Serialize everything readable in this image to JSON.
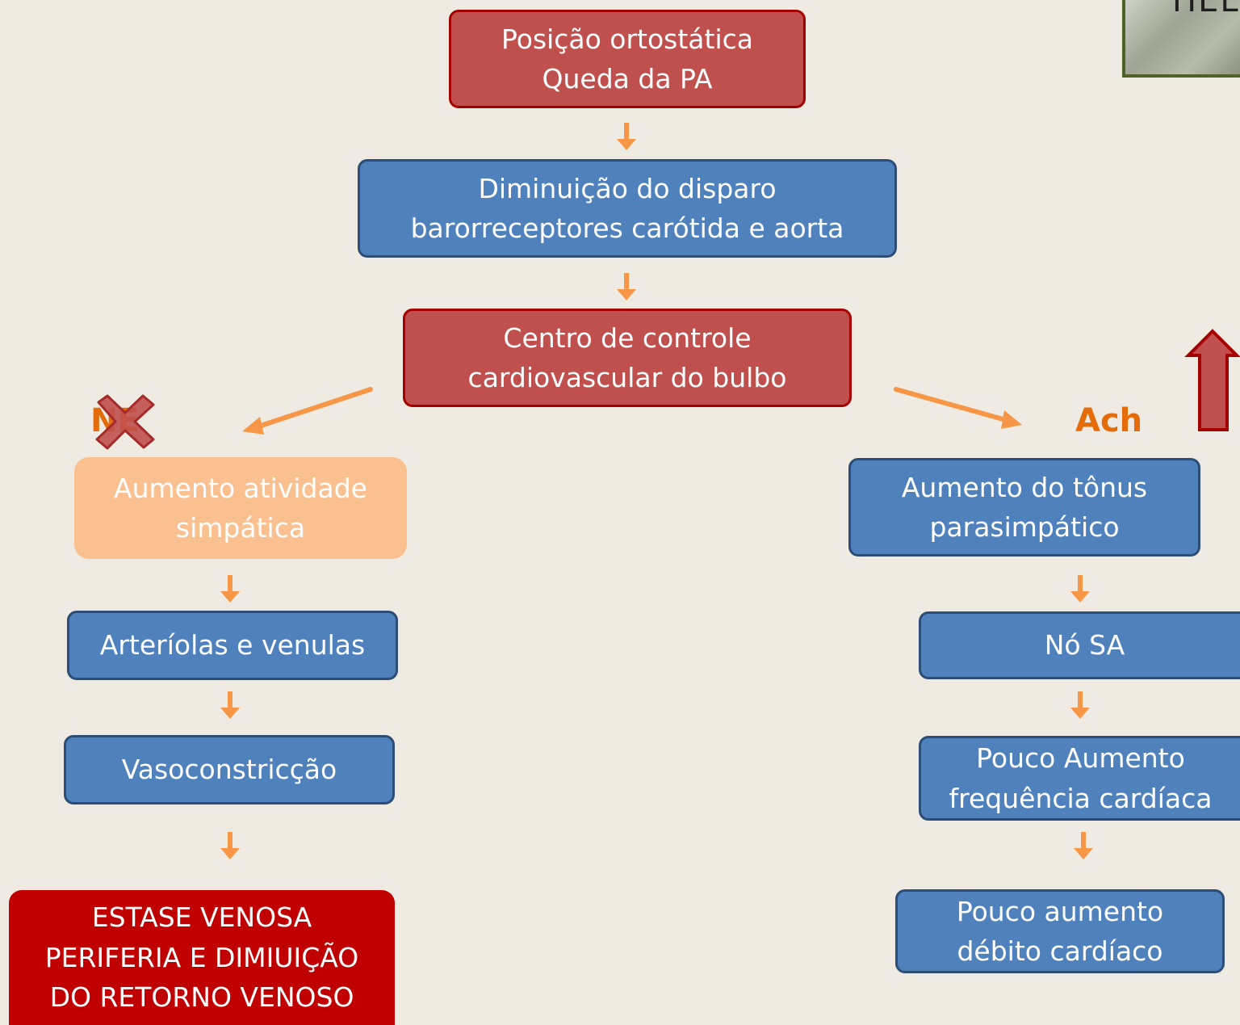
{
  "nodes": {
    "orthostatic": "Posição ortostática\nQueda da PA",
    "baroreceptors": "Diminuição do disparo\nbarorreceptores carótida e aorta",
    "control_center": "Centro de controle\ncardiovascular do bulbo",
    "sympathetic": "Aumento atividade\nsimpática",
    "arterioles": "Arteríolas e venulas",
    "vasoconstriction": "Vasoconstricção",
    "venous_stasis": "ESTASE VENOSA\nPERIFERIA E DIMIUIÇÃO\nDO RETORNO VENOSO",
    "parasympathetic": "Aumento do tônus\nparasimpático",
    "sa_node": "Nó SA",
    "heart_rate": "Pouco Aumento\nfrequência cardíaca",
    "cardiac_output": "Pouco aumento\ndébito cardíaco"
  },
  "labels": {
    "ach": "Ach",
    "sympathetic_transmitter": "NE",
    "logo_text": "HEL"
  },
  "colors": {
    "blue_box": "#4f81bd",
    "red_box": "#c0504d",
    "peach_box": "#fac090",
    "dark_red_box": "#c00000",
    "arrow": "#f79646",
    "label_orange": "#e46c0a",
    "cross": "#c0504d",
    "up_arrow": "#c0504d"
  },
  "icons": {
    "cross": "cross-mark-icon",
    "up": "up-arrow-icon"
  }
}
